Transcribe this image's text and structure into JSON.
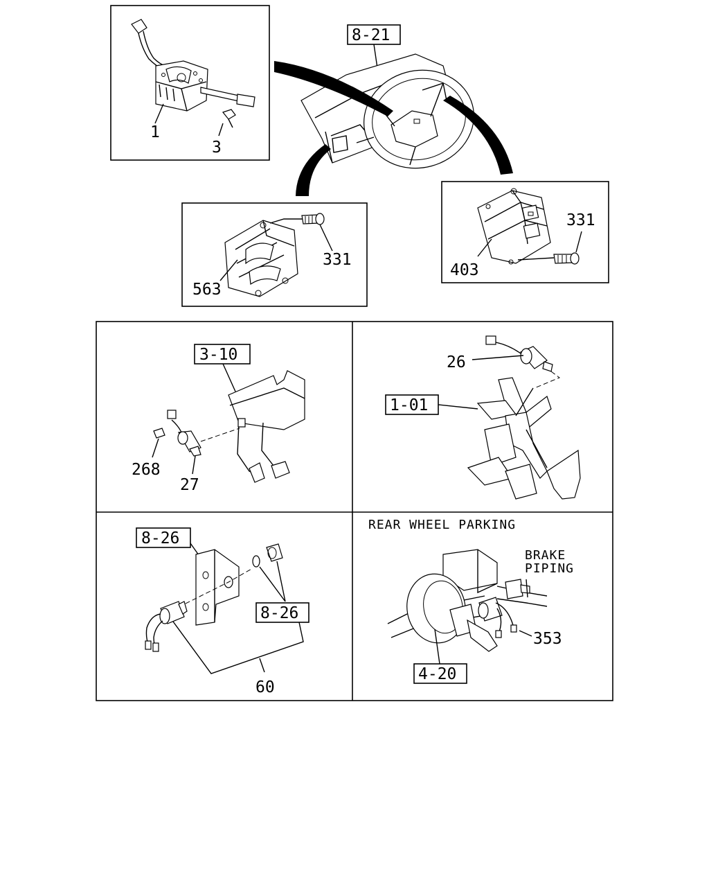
{
  "refs": {
    "r_8_21": "8-21",
    "r_3_10": "3-10",
    "r_1_01": "1-01",
    "r_8_26_a": "8-26",
    "r_8_26_b": "8-26",
    "r_4_20": "4-20"
  },
  "parts": {
    "p1": "1",
    "p3": "3",
    "p563": "563",
    "p331_a": "331",
    "p331_b": "331",
    "p403": "403",
    "p26": "26",
    "p268": "268",
    "p27": "27",
    "p60": "60",
    "p353": "353"
  },
  "headings": {
    "rear_wheel_parking": "REAR WHEEL PARKING",
    "brake_line1": "BRAKE",
    "brake_line2": "PIPING"
  }
}
